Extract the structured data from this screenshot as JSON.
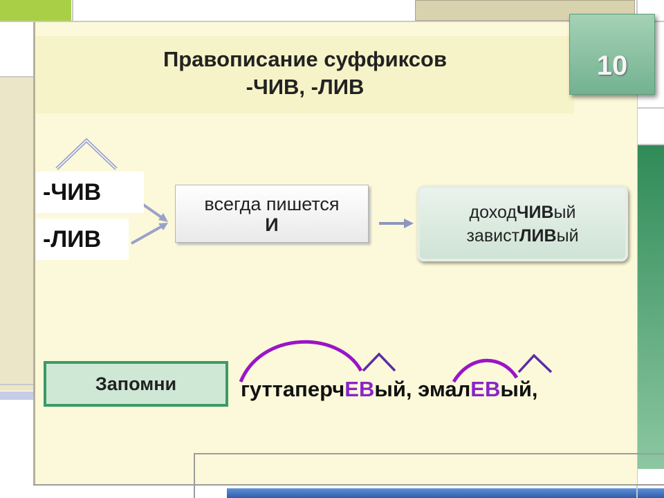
{
  "slide_number": "10",
  "title": {
    "line1": "Правописание суффиксов",
    "line2": "-ЧИВ, -ЛИВ"
  },
  "suffixes": [
    "-ЧИВ",
    "-ЛИВ"
  ],
  "rule": {
    "line1": "всегда пишется",
    "line2": "И"
  },
  "examples": [
    {
      "prefix": "доход",
      "suffix": "ЧИВ",
      "ending": "ый"
    },
    {
      "prefix": "завист",
      "suffix": "ЛИВ",
      "ending": "ый"
    }
  ],
  "remember": {
    "label": "Запомни",
    "words": [
      {
        "stem": "гуттаперч",
        "suffix": "ЕВ",
        "ending": "ый,"
      },
      {
        "stem": "эмал",
        "suffix": "ЕВ",
        "ending": "ый,"
      }
    ]
  },
  "colors": {
    "highlight": "#8a24c8",
    "badge": "#7dba98",
    "remember_border": "#3c9a66",
    "background": "#fbf9d9"
  }
}
